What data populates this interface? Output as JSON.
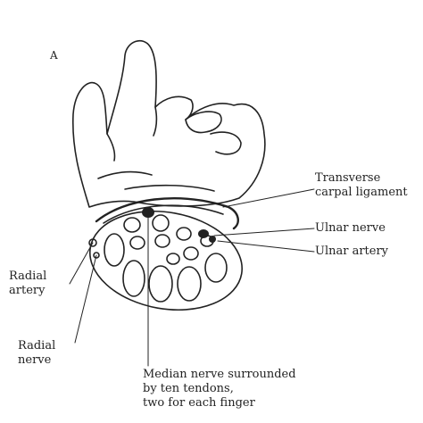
{
  "figure": {
    "panel_letter": "A",
    "labels": {
      "transverse_carpal_ligament": [
        "Transverse",
        "carpal ligament"
      ],
      "ulnar_nerve": "Ulnar nerve",
      "ulnar_artery": "Ulnar artery",
      "radial_artery": [
        "Radial",
        "artery"
      ],
      "radial_nerve": [
        "Radial",
        "nerve"
      ],
      "median_nerve": [
        "Median nerve surrounded",
        "by ten tendons,",
        "two for each finger"
      ]
    },
    "colors": {
      "ink": "#222222",
      "background": "#ffffff"
    }
  }
}
